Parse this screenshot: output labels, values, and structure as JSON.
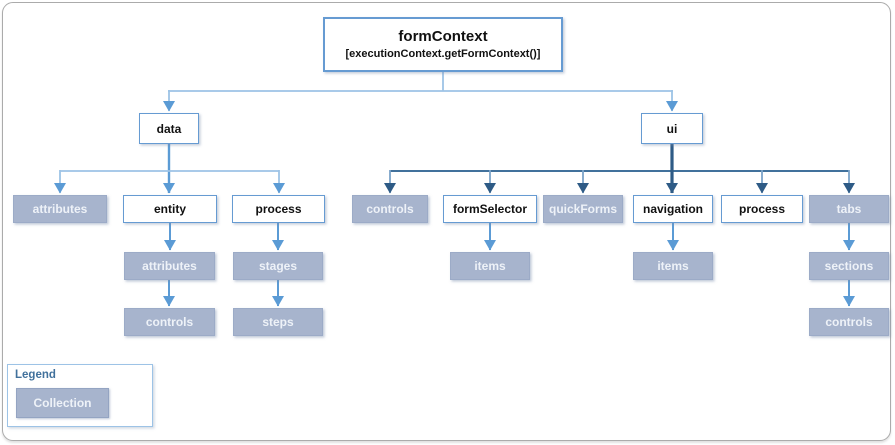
{
  "nodes": {
    "formContext_title": "formContext",
    "formContext_subtitle": "[executionContext.getFormContext()]",
    "data": "data",
    "ui": "ui",
    "data_attributes": "attributes",
    "data_entity": "entity",
    "data_process": "process",
    "entity_attributes": "attributes",
    "entity_controls": "controls",
    "process_stages": "stages",
    "process_steps": "steps",
    "ui_controls": "controls",
    "ui_formSelector": "formSelector",
    "ui_quickForms": "quickForms",
    "ui_navigation": "navigation",
    "ui_process": "process",
    "ui_tabs": "tabs",
    "formSelector_items": "items",
    "navigation_items": "items",
    "tabs_sections": "sections",
    "tabs_controls": "controls"
  },
  "legend": {
    "title": "Legend",
    "collection_label": "Collection"
  },
  "colors": {
    "collection_fill": "#a7b4cd",
    "node_border": "#669bd2",
    "connector_light": "#9dc3e6",
    "connector_medium": "#5b9bd5",
    "connector_dark_line": "#41719c",
    "connector_dark_arrow": "#2e5b86",
    "legend_title": "#41719c"
  }
}
